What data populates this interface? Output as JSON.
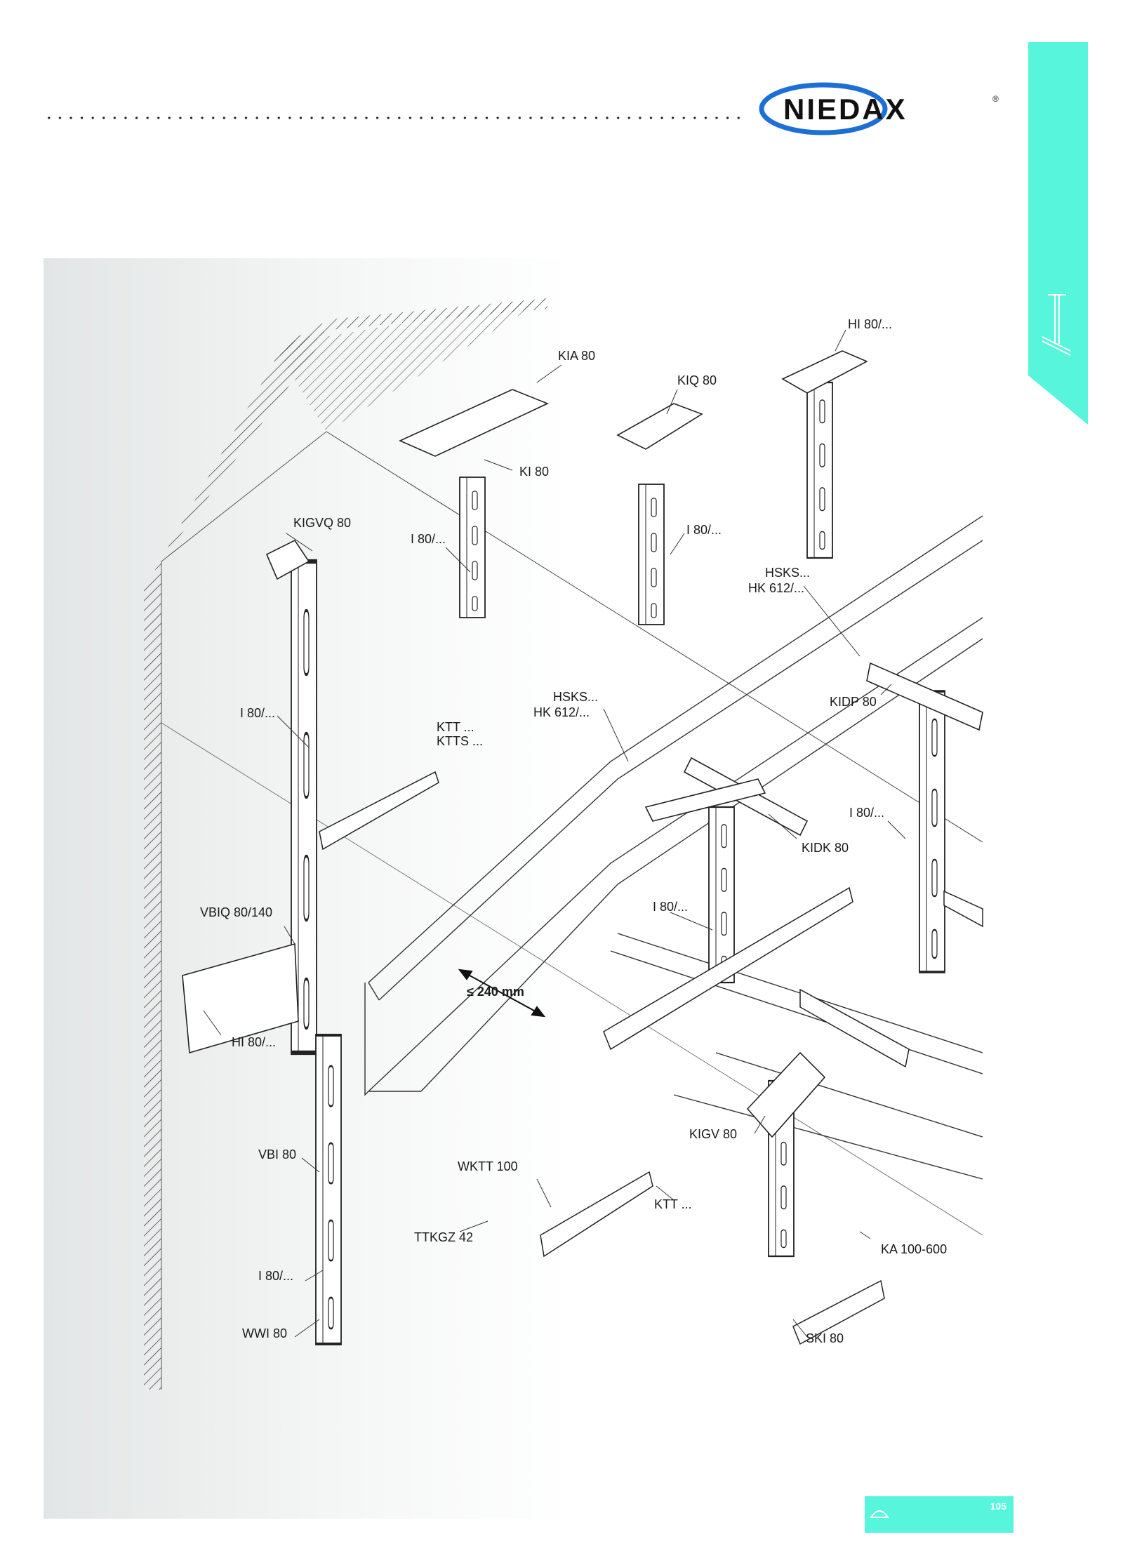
{
  "brand": {
    "name": "NIEDAX",
    "registered": "®",
    "accent": "#57f5dc",
    "logo_blue": "#1d6fd6"
  },
  "footer": {
    "page_number": "105",
    "icon": "cable-tray-icon"
  },
  "tab": {
    "icon": "ceiling-hanger-icon"
  },
  "labels": {
    "hi80_top": "HI 80/...",
    "kia80": "KIA 80",
    "kiq80": "KIQ 80",
    "ki80": "KI 80",
    "kigvq80": "KIGVQ 80",
    "i80_a": "I 80/...",
    "i80_b": "I 80/...",
    "hsks_right": "HSKS...",
    "hk612_right": "HK 612/...",
    "hsks_mid": "HSKS...",
    "hk612_mid": "HK 612/...",
    "kidp80": "KIDP 80",
    "i80_left": "I 80/...",
    "ktt": "KTT ...",
    "ktts": "KTTS ...",
    "i80_right": "I 80/...",
    "kidk80": "KIDK 80",
    "vbiq80140": "VBIQ 80/140",
    "i80_mid": "I 80/...",
    "spacing": "≤ 240 mm",
    "hi80_bottom": "HI 80/...",
    "kigv80": "KIGV 80",
    "vbi80": "VBI 80",
    "wktt100": "WKTT 100",
    "ktt_bottom": "KTT ...",
    "ttkgz42": "TTKGZ 42",
    "ka100600": "KA 100-600",
    "i80_bottom": "I 80/...",
    "wwi80": "WWI 80",
    "ski80": "SKI 80"
  }
}
